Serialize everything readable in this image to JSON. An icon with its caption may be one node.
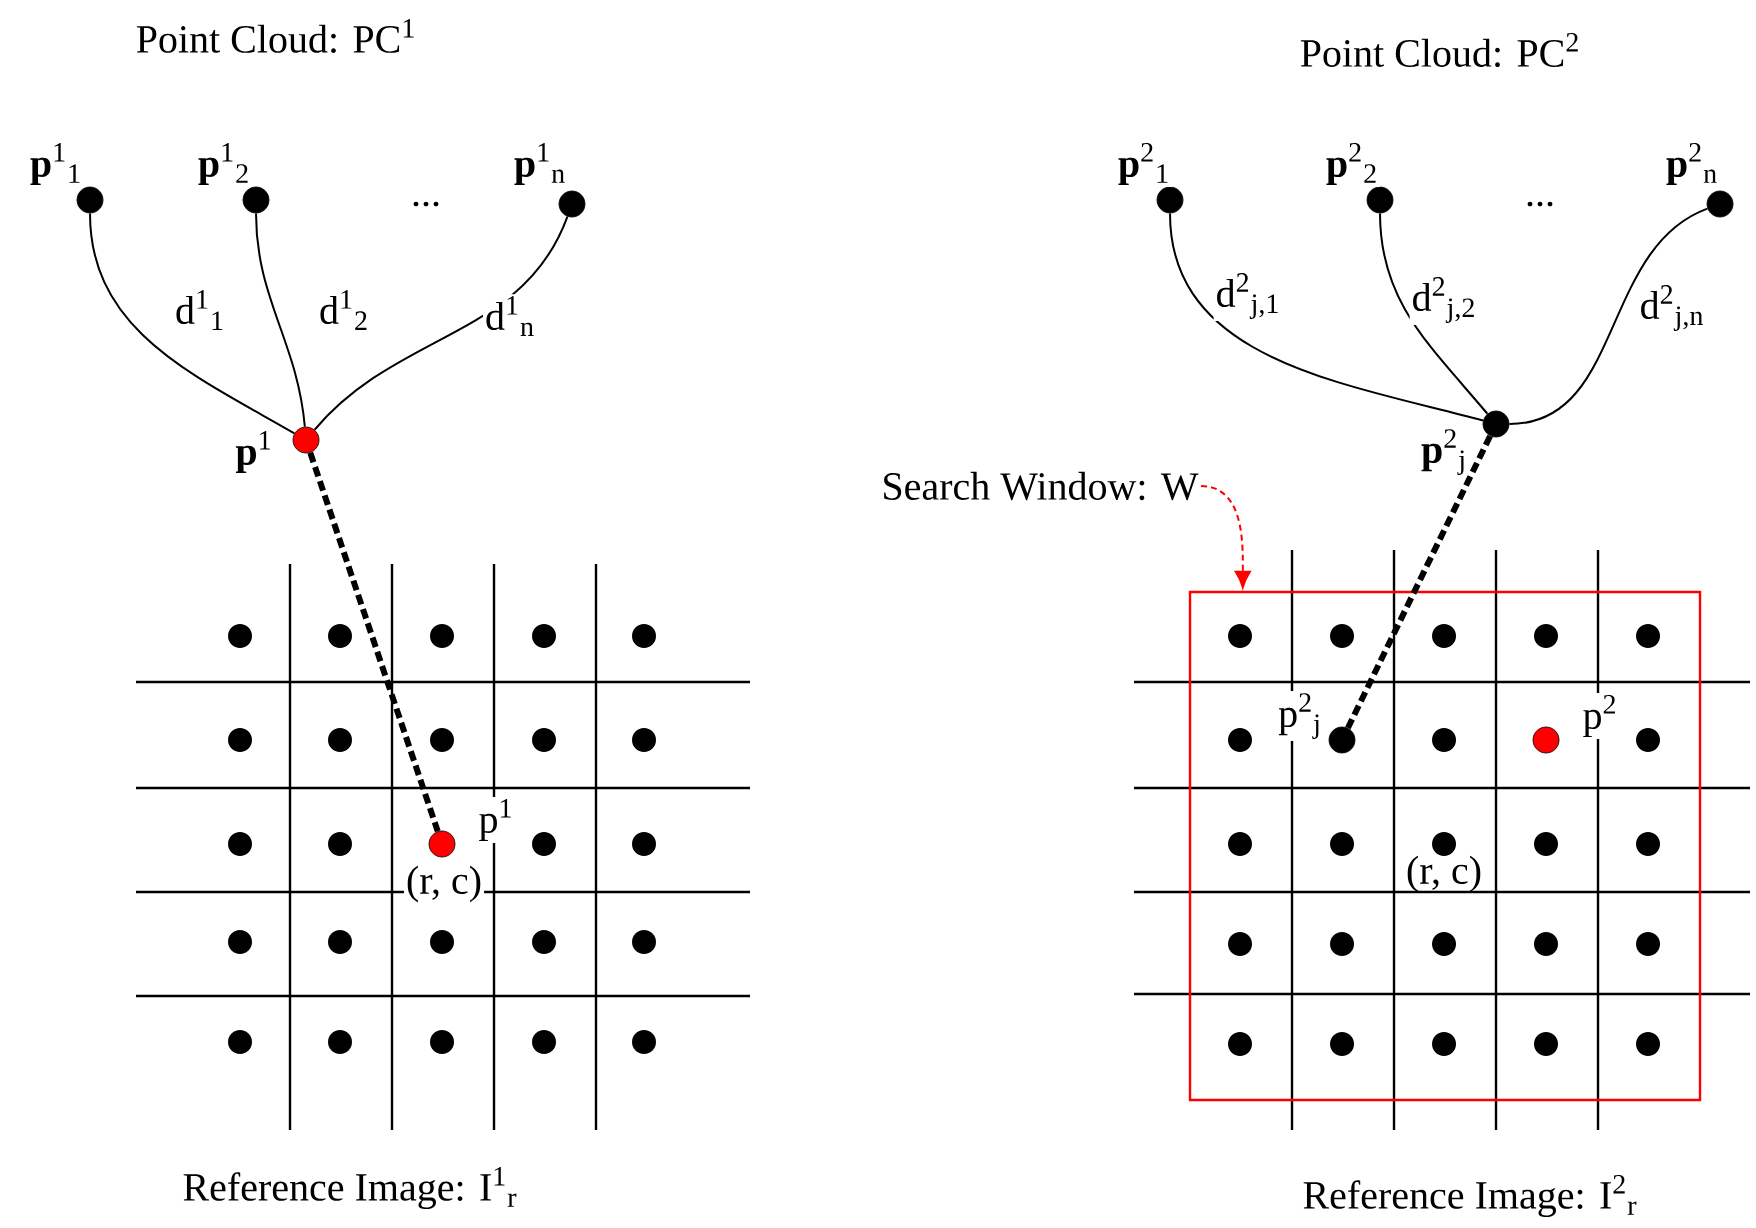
{
  "diagram": {
    "nodes": [
      {
        "text": [],
        "shape": "circle",
        "beside": [
          "**p**$^{1}$$_{1}$"
        ]
      },
      {
        "text": [],
        "shape": "circle",
        "beside": [
          "**p**$^{1}$$_{2}$"
        ]
      },
      {
        "text": [],
        "shape": "circle",
        "beside": [
          "**p**$^{1}$$_{n}$"
        ]
      },
      {
        "text": [],
        "shape": "circle",
        "beside": [
          "**p**$^{1}$"
        ]
      },
      {
        "text": [],
        "shape": "circle",
        "beside": [
          "p$^{1}$",
          "(r, c)"
        ]
      },
      {
        "text": [],
        "shape": "circle",
        "beside": [
          "**p**$^{2}$$_{1}$"
        ]
      },
      {
        "text": [],
        "shape": "circle",
        "beside": [
          "**p**$^{2}$$_{2}$"
        ]
      },
      {
        "text": [],
        "shape": "circle",
        "beside": [
          "**p**$^{2}$$_{n}$"
        ]
      },
      {
        "text": [],
        "shape": "circle",
        "beside": [
          "**p**$^{2}$$_{j}$"
        ]
      },
      {
        "text": [
          "Search Window: W"
        ]
      },
      {
        "text": [],
        "shape": "box"
      },
      {
        "text": [],
        "shape": "circle",
        "in": 10,
        "beside": [
          "p$^{2}$$_{j}$"
        ]
      },
      {
        "text": [],
        "shape": "circle",
        "in": 10,
        "beside": [
          "p$^{2}$"
        ]
      }
    ],
    "edges": [
      {
        "from": 0,
        "to": 3,
        "arrow": "none",
        "label": "d$^{1}$$_{1}$"
      },
      {
        "from": 1,
        "to": 3,
        "arrow": "none",
        "label": "d$^{1}$$_{2}$"
      },
      {
        "from": 2,
        "to": 3,
        "arrow": "none",
        "label": "d$^{1}$$_{n}$"
      },
      {
        "from": 3,
        "to": 4,
        "arrow": "none",
        "style": "dashed"
      },
      {
        "from": 5,
        "to": 8,
        "arrow": "none",
        "label": "d$^{2}$$_{j,1}$"
      },
      {
        "from": 6,
        "to": 8,
        "arrow": "none",
        "label": "d$^{2}$$_{j,2}$"
      },
      {
        "from": 7,
        "to": 8,
        "arrow": "none",
        "label": "d$^{2}$$_{j,n}$"
      },
      {
        "from": 8,
        "to": 11,
        "arrow": "none",
        "style": "dashed"
      },
      {
        "from": 9,
        "to": 10,
        "arrow": "to",
        "style": "dashed",
        "color": "#ff0000"
      }
    ],
    "labels": [
      "Point Cloud: PC$^{1}$",
      "...",
      "Reference Image: I$^{1}$$_{r}$",
      "Point Cloud: PC$^{2}$",
      "...",
      "(r, c)",
      "Reference Image: I$^{2}$$_{r}$"
    ]
  }
}
